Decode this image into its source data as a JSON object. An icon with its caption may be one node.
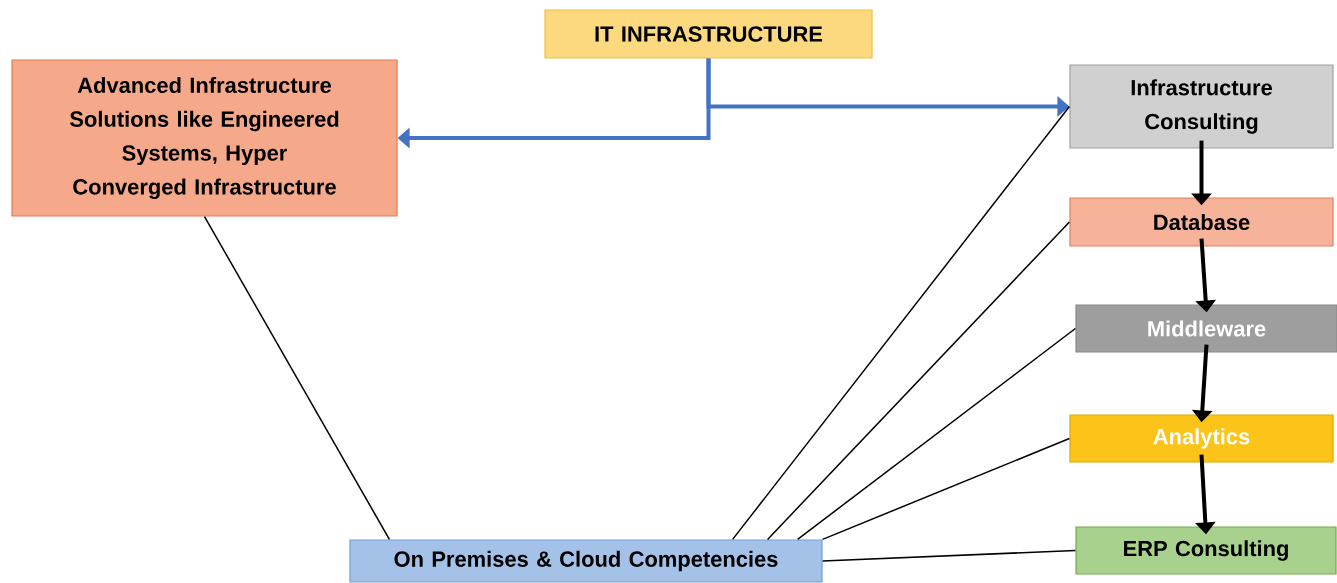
{
  "diagram": {
    "nodes": [
      {
        "text": [
          "IT INFRASTRUCTURE"
        ]
      },
      {
        "text": [
          "Advanced Infrastructure Solutions like Engineered Systems, Hyper Converged Infrastructure"
        ]
      },
      {
        "text": [
          "Infrastructure Consulting"
        ]
      },
      {
        "text": [
          "Database"
        ]
      },
      {
        "text": [
          "Middleware"
        ]
      },
      {
        "text": [
          "Analytics"
        ]
      },
      {
        "text": [
          "ERP Consulting"
        ]
      },
      {
        "text": [
          "On Premises & Cloud Competencies"
        ]
      }
    ],
    "edges": [
      {
        "from": 0,
        "to": 1,
        "arrow": "to",
        "style": "thick",
        "color": "#4472c4"
      },
      {
        "from": 0,
        "to": 2,
        "arrow": "to",
        "style": "thick",
        "color": "#4472c4"
      },
      {
        "from": 1,
        "to": 7,
        "arrow": "none"
      },
      {
        "from": 7,
        "to": 2,
        "arrow": "none"
      },
      {
        "from": 7,
        "to": 3,
        "arrow": "none"
      },
      {
        "from": 7,
        "to": 4,
        "arrow": "none"
      },
      {
        "from": 7,
        "to": 5,
        "arrow": "none"
      },
      {
        "from": 7,
        "to": 6,
        "arrow": "none"
      },
      {
        "from": 2,
        "to": 3,
        "arrow": "to",
        "style": "thick"
      },
      {
        "from": 3,
        "to": 4,
        "arrow": "to",
        "style": "thick"
      },
      {
        "from": 4,
        "to": 5,
        "arrow": "to",
        "style": "thick"
      },
      {
        "from": 5,
        "to": 6,
        "arrow": "to",
        "style": "thick"
      }
    ]
  }
}
